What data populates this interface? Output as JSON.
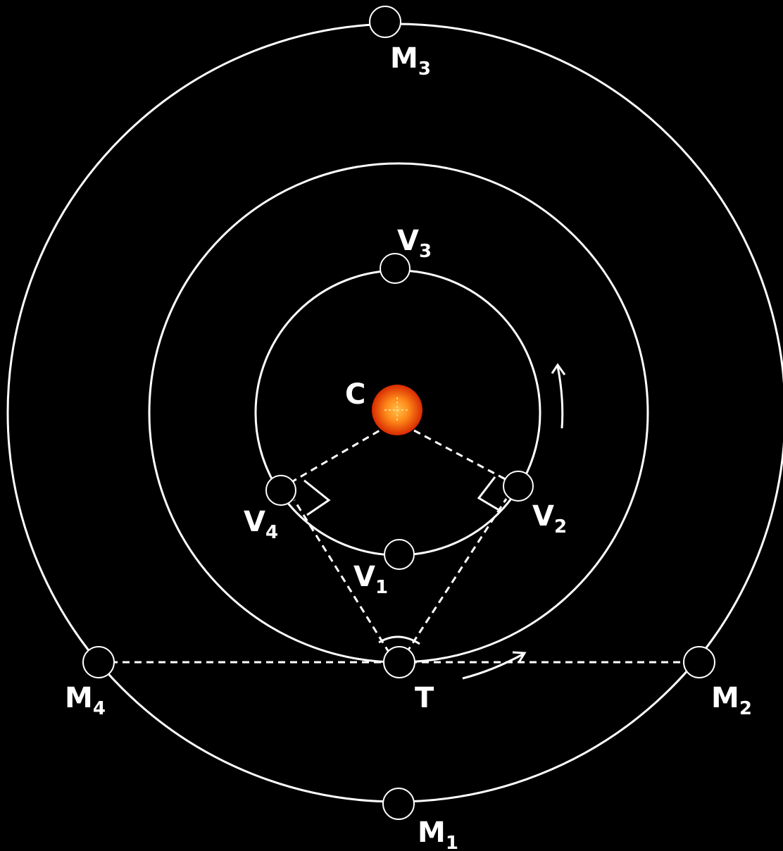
{
  "colors": {
    "background": "#000000",
    "line": "#ffffff",
    "sun_core": "#ff8a1a",
    "sun_edge": "#d82a00"
  },
  "labels": {
    "sun": "C",
    "earth": "T",
    "venus": [
      {
        "id": "V1",
        "letter": "V",
        "index": "1"
      },
      {
        "id": "V2",
        "letter": "V",
        "index": "2"
      },
      {
        "id": "V3",
        "letter": "V",
        "index": "3"
      },
      {
        "id": "V4",
        "letter": "V",
        "index": "4"
      }
    ],
    "mars": [
      {
        "id": "M1",
        "letter": "M",
        "index": "1"
      },
      {
        "id": "M2",
        "letter": "M",
        "index": "2"
      },
      {
        "id": "M3",
        "letter": "M",
        "index": "3"
      },
      {
        "id": "M4",
        "letter": "M",
        "index": "4"
      }
    ]
  }
}
